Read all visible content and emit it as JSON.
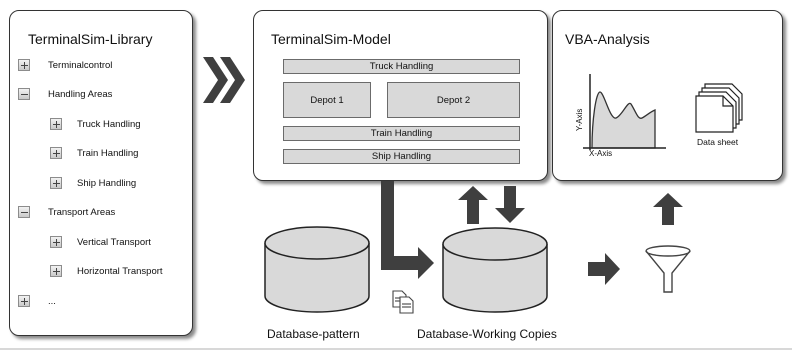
{
  "library": {
    "title": "TerminalSim-Library",
    "items": [
      {
        "label": "Terminalcontrol",
        "state": "collapsed"
      },
      {
        "label": "Handling Areas",
        "state": "expanded"
      },
      {
        "label": "Truck Handling",
        "state": "collapsed"
      },
      {
        "label": "Train Handling",
        "state": "collapsed"
      },
      {
        "label": "Ship Handling",
        "state": "collapsed"
      },
      {
        "label": "Transport Areas",
        "state": "expanded"
      },
      {
        "label": "Vertical Transport",
        "state": "collapsed"
      },
      {
        "label": "Horizontal Transport",
        "state": "collapsed"
      },
      {
        "label": "...",
        "state": "collapsed"
      }
    ]
  },
  "model": {
    "title": "TerminalSim-Model",
    "truck": "Truck Handling",
    "depot1": "Depot 1",
    "depot2": "Depot 2",
    "train": "Train Handling",
    "ship": "Ship Handling"
  },
  "analysis": {
    "title": "VBA-Analysis",
    "y_axis": "Y-Axis",
    "x_axis": "X-Axis",
    "data_sheet": "Data sheet"
  },
  "databases": {
    "pattern": "Database-pattern",
    "working": "Database-Working Copies"
  },
  "colors": {
    "arrow": "#3f3f3f",
    "cylinder_fill": "#d9d9d9",
    "box_fill": "#d9d9d9",
    "panel_border": "#333333"
  },
  "icons": [
    "expand-plus-icon",
    "collapse-minus-icon",
    "chevron-arrow-icon",
    "copy-documents-icon",
    "filter-funnel-icon",
    "stacked-documents-icon"
  ]
}
